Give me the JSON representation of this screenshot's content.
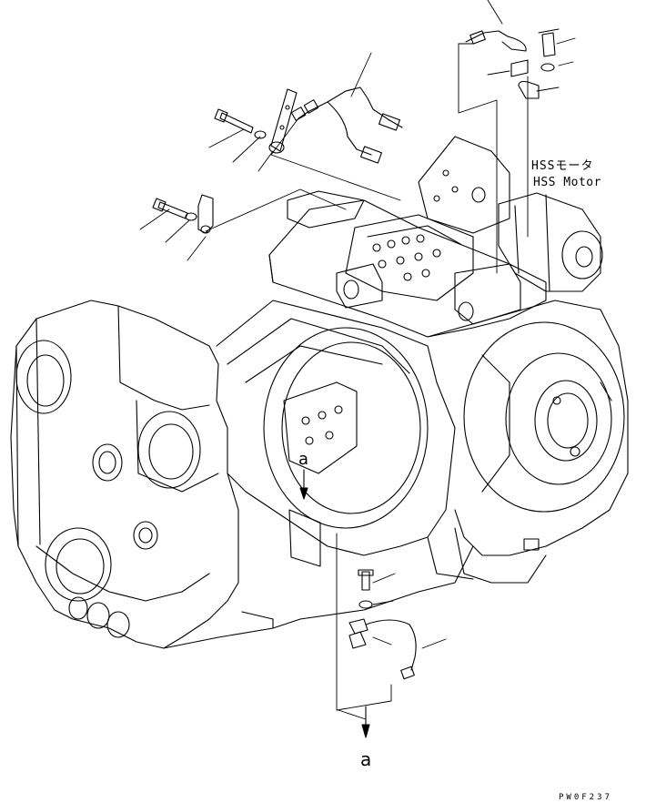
{
  "labels": {
    "hss_motor_jp": "HSSモータ",
    "hss_motor_en": "HSS Motor",
    "view_mark_top": "a",
    "view_mark_bottom": "a",
    "drawing_code": "PW0F237"
  },
  "colors": {
    "line": "#000000",
    "background": "#ffffff"
  }
}
